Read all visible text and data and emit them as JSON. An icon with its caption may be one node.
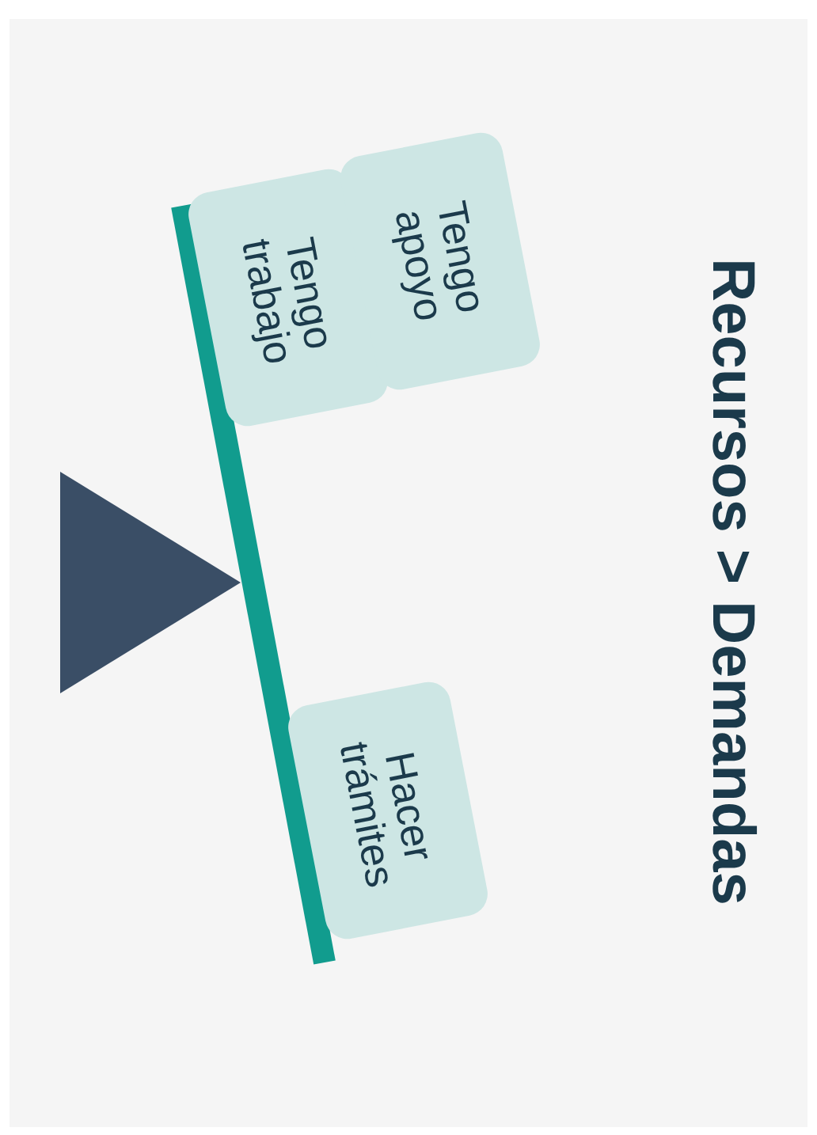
{
  "diagram": {
    "title": "Recursos > Demandas",
    "nodes": [
      {
        "text": [
          "Tengo trabajo"
        ]
      },
      {
        "text": [
          "Tengo apoyo"
        ]
      },
      {
        "text": [
          "Hacer trámites"
        ]
      }
    ]
  }
}
